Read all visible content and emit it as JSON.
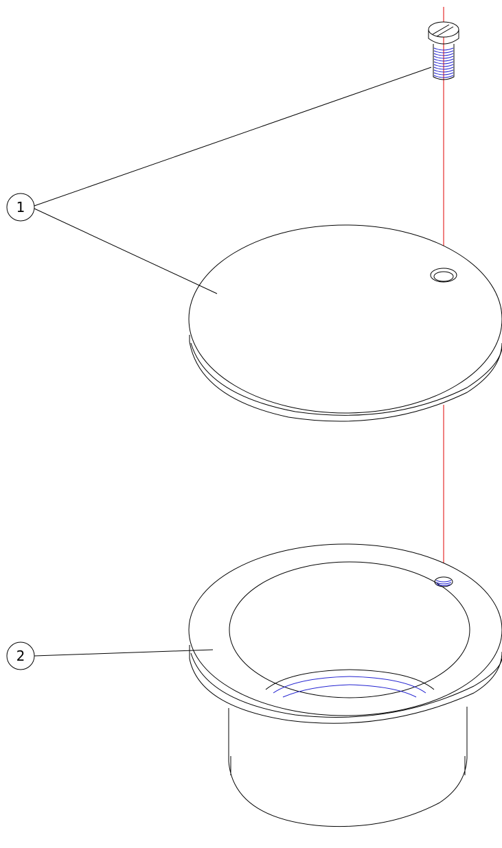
{
  "drawing": {
    "callouts": [
      {
        "number": "1",
        "part": "cover-and-screw"
      },
      {
        "number": "2",
        "part": "flanged-bushing"
      }
    ]
  },
  "colors": {
    "outline": "#000000",
    "centerline": "#e00000",
    "thread": "#2020d0",
    "background": "#ffffff"
  }
}
